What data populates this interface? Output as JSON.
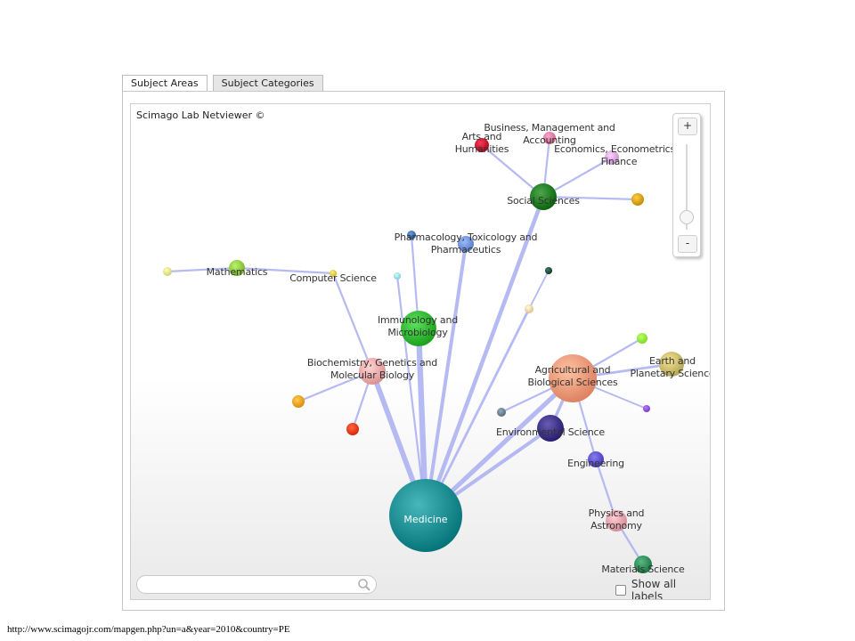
{
  "tabs": [
    {
      "label": "Subject Areas",
      "active": true
    },
    {
      "label": "Subject Categories",
      "active": false
    }
  ],
  "viewer": {
    "title": "Scimago Lab Netviewer ©",
    "zoom_in_label": "+",
    "zoom_out_label": "-",
    "zoom_level": 0.15
  },
  "search": {
    "value": "",
    "placeholder": "",
    "icon": "search-icon"
  },
  "show_all_labels": {
    "label": "Show all labels",
    "checked": false
  },
  "footer_url": "http://www.scimagojr.com/mapgen.php?un=a&year=2010&country=PE",
  "network": {
    "nodes": [
      {
        "id": "medicine",
        "label": [
          "Medicine"
        ],
        "color": "#1a8a8e"
      },
      {
        "id": "social",
        "label": [
          "Social Sciences"
        ],
        "color": "#1f7a1f"
      },
      {
        "id": "arts",
        "label": [
          "Arts and",
          "Humanities"
        ],
        "color": "#c8102e"
      },
      {
        "id": "business",
        "label": [
          "Business, Management and",
          "Accounting"
        ],
        "color": "#e07aa0"
      },
      {
        "id": "economics",
        "label": [
          "Economics, Econometrics a",
          "Finance"
        ],
        "color": "#d7a6e0"
      },
      {
        "id": "gold",
        "label": [],
        "color": "#d4a017"
      },
      {
        "id": "pharma",
        "label": [
          "Pharmacology, Toxicology and",
          "Pharmaceutics"
        ],
        "color": "#6f8fd8"
      },
      {
        "id": "pharma_small",
        "label": [],
        "color": "#3d6fb0"
      },
      {
        "id": "mathematics",
        "label": [
          "Mathematics"
        ],
        "color": "#8dc63f"
      },
      {
        "id": "yellow",
        "label": [],
        "color": "#e8e48a"
      },
      {
        "id": "cs",
        "label": [
          "Computer Science"
        ],
        "color": "#e8c547"
      },
      {
        "id": "cyan",
        "label": [],
        "color": "#9adfe8"
      },
      {
        "id": "immuno",
        "label": [
          "Immunology and",
          "Microbiology"
        ],
        "color": "#2fb52f"
      },
      {
        "id": "darkgreen",
        "label": [],
        "color": "#1e4a3a"
      },
      {
        "id": "peach",
        "label": [],
        "color": "#f3d2a8"
      },
      {
        "id": "lime",
        "label": [],
        "color": "#8ef03a"
      },
      {
        "id": "agri",
        "label": [
          "Agricultural and",
          "Biological Sciences"
        ],
        "color": "#f49676"
      },
      {
        "id": "earth",
        "label": [
          "Earth and",
          "Planetary Science"
        ],
        "color": "#c7b86a"
      },
      {
        "id": "purple_small",
        "label": [],
        "color": "#8a4dd6"
      },
      {
        "id": "biochem",
        "label": [
          "Biochemistry, Genetics and",
          "Molecular Biology"
        ],
        "color": "#f3a6a6"
      },
      {
        "id": "orange",
        "label": [],
        "color": "#f0a020"
      },
      {
        "id": "red",
        "label": [],
        "color": "#ee3a1a"
      },
      {
        "id": "slate",
        "label": [],
        "color": "#6a7f8e"
      },
      {
        "id": "env",
        "label": [
          "Environmental Science"
        ],
        "color": "#3b2f86"
      },
      {
        "id": "engineering",
        "label": [
          "Engineering"
        ],
        "color": "#5a4fc8"
      },
      {
        "id": "physics",
        "label": [
          "Physics and",
          "Astronomy"
        ],
        "color": "#e8a0a8"
      },
      {
        "id": "materials",
        "label": [
          "Materials Science"
        ],
        "color": "#2e8b57"
      }
    ],
    "edges": [
      {
        "from": "medicine",
        "to": "immuno",
        "strength": 0.9
      },
      {
        "from": "medicine",
        "to": "biochem",
        "strength": 0.8
      },
      {
        "from": "medicine",
        "to": "agri",
        "strength": 0.7
      },
      {
        "from": "medicine",
        "to": "social",
        "strength": 0.6
      },
      {
        "from": "medicine",
        "to": "pharma",
        "strength": 0.5
      },
      {
        "from": "medicine",
        "to": "env",
        "strength": 0.5
      },
      {
        "from": "medicine",
        "to": "peach",
        "strength": 0.3
      },
      {
        "from": "medicine",
        "to": "cyan",
        "strength": 0.2
      },
      {
        "from": "biochem",
        "to": "cs",
        "strength": 0.2
      },
      {
        "from": "biochem",
        "to": "orange",
        "strength": 0.2
      },
      {
        "from": "biochem",
        "to": "red",
        "strength": 0.2
      },
      {
        "from": "cs",
        "to": "mathematics",
        "strength": 0.2
      },
      {
        "from": "mathematics",
        "to": "yellow",
        "strength": 0.2
      },
      {
        "from": "immuno",
        "to": "pharma_small",
        "strength": 0.2
      },
      {
        "from": "social",
        "to": "arts",
        "strength": 0.2
      },
      {
        "from": "social",
        "to": "business",
        "strength": 0.2
      },
      {
        "from": "social",
        "to": "economics",
        "strength": 0.2
      },
      {
        "from": "social",
        "to": "gold",
        "strength": 0.2
      },
      {
        "from": "peach",
        "to": "darkgreen",
        "strength": 0.15
      },
      {
        "from": "agri",
        "to": "lime",
        "strength": 0.2
      },
      {
        "from": "agri",
        "to": "earth",
        "strength": 0.3
      },
      {
        "from": "agri",
        "to": "purple_small",
        "strength": 0.15
      },
      {
        "from": "agri",
        "to": "slate",
        "strength": 0.2
      },
      {
        "from": "agri",
        "to": "env",
        "strength": 0.4
      },
      {
        "from": "agri",
        "to": "engineering",
        "strength": 0.2
      },
      {
        "from": "engineering",
        "to": "physics",
        "strength": 0.2
      },
      {
        "from": "physics",
        "to": "materials",
        "strength": 0.2
      }
    ]
  }
}
